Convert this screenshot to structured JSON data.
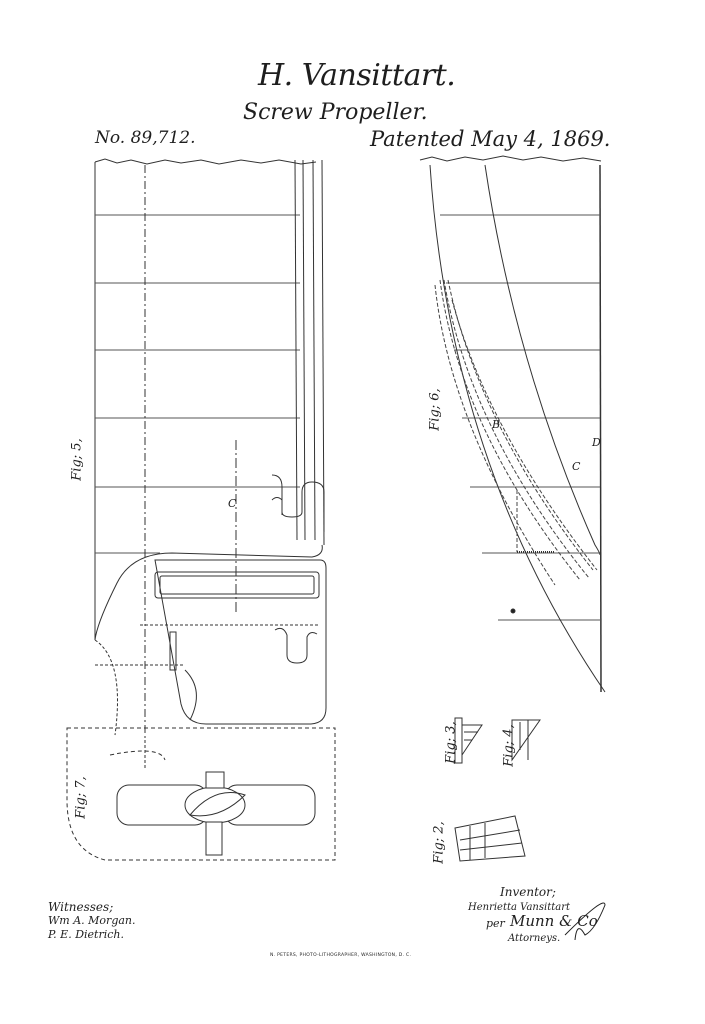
{
  "header": {
    "inventor_name": "H. Vansittart.",
    "title": "Screw Propeller.",
    "patent_number": "No. 89,712.",
    "patent_date": "Patented May 4, 1869."
  },
  "figures": {
    "fig5": {
      "label": "Fig; 5,",
      "letter_c": "C"
    },
    "fig6": {
      "label": "Fig; 6,",
      "letter_c": "C",
      "letter_d": "D",
      "letter_b": "B"
    },
    "fig7": {
      "label": "Fig; 7,"
    },
    "fig3": {
      "label": "Fig; 3,"
    },
    "fig4": {
      "label": "Fig; 4,"
    },
    "fig2": {
      "label": "Fig; 2,"
    }
  },
  "footer": {
    "witnesses_label": "Witnesses;",
    "witness_1": "Wm A. Morgan.",
    "witness_2": "P. E. Dietrich.",
    "inventor_label": "Inventor;",
    "inventor_signature": "Henrietta Vansittart",
    "per_label": "per",
    "attorney_signature": "Munn & Co",
    "attorneys_label": "Attorneys.",
    "printer_line": "N. PETERS, PHOTO-LITHOGRAPHER, WASHINGTON, D. C."
  }
}
